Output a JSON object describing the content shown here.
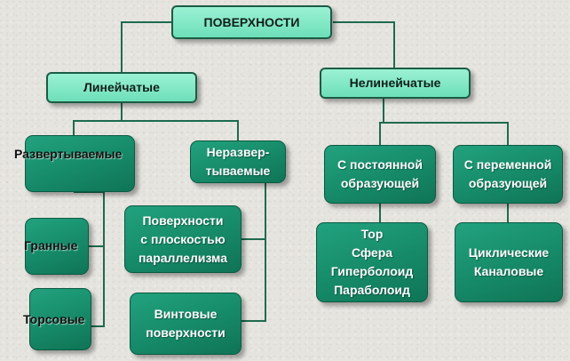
{
  "diagram": {
    "root": "ПОВЕРХНОСТИ",
    "linear": "Линейчатые",
    "nonlinear": "Нелинейчатые",
    "developable": "Развертываемые",
    "nondevelopable": "Неразвер-\nтываемые",
    "faceted": "Гранные",
    "torse": "Торсовые",
    "parallel_plane": "Поверхности\nс плоскостью\nпараллелизма",
    "helical": "Винтовые\nповерхности",
    "constant_generatrix": "С постоянной\nобразующей",
    "variable_generatrix": "С переменной\nобразующей",
    "constant_examples": "Тор\nСфера\nГиперболоид\nПараболоид",
    "variable_examples": "Циклические\nКаналовые"
  },
  "colors": {
    "box_fill": "#168a68",
    "root_fill": "#6ddfb9",
    "connector": "#1e6b4f"
  }
}
